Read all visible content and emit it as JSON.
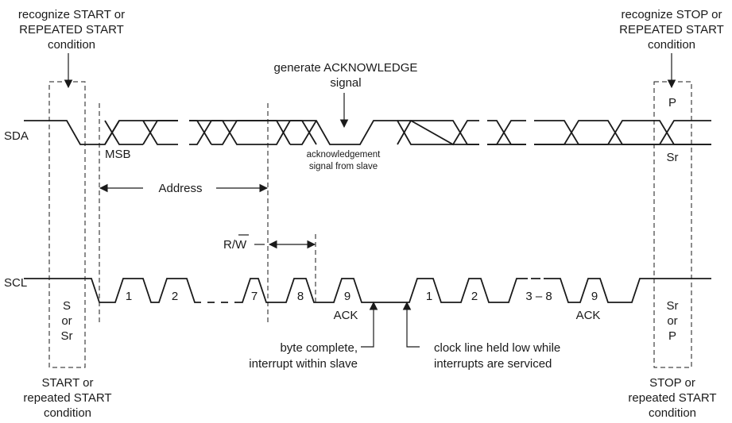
{
  "signals": {
    "sda": "SDA",
    "scl": "SCL"
  },
  "top_labels": {
    "start_recognize": [
      "recognize START or",
      "REPEATED START",
      "condition"
    ],
    "stop_recognize": [
      "recognize STOP or",
      "REPEATED START",
      "condition"
    ],
    "generate_ack": [
      "generate ACKNOWLEDGE",
      "signal"
    ]
  },
  "sda_labels": {
    "msb": "MSB",
    "ack_from_slave": [
      "acknowledgement",
      "signal from slave"
    ],
    "p": "P",
    "sr": "Sr"
  },
  "address": "Address",
  "rw": "R/W",
  "clock_pulses": [
    "1",
    "2",
    "7",
    "8",
    "9",
    "1",
    "2",
    "3 – 8",
    "9"
  ],
  "ack": "ACK",
  "start_box": [
    "S",
    "or",
    "Sr"
  ],
  "stop_box": [
    "Sr",
    "or",
    "P"
  ],
  "notes": {
    "byte_complete": [
      "byte complete,",
      "interrupt within slave"
    ],
    "clock_held": [
      "clock line held low while",
      "interrupts are serviced"
    ]
  },
  "bottom_labels": {
    "start": [
      "START or",
      "repeated START",
      "condition"
    ],
    "stop": [
      "STOP or",
      "repeated START",
      "condition"
    ]
  }
}
